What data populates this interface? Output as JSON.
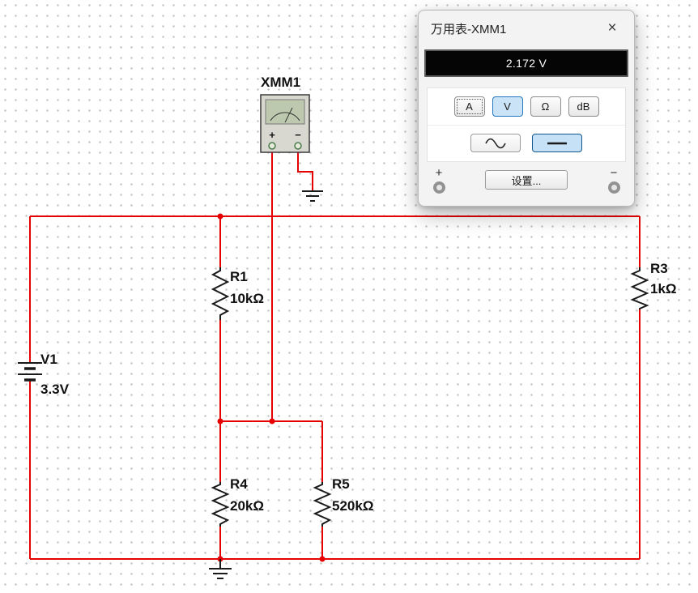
{
  "window": {
    "title": "万用表-XMM1",
    "close_glyph": "×"
  },
  "multimeter": {
    "reading": "2.172 V",
    "modes": [
      {
        "label": "A"
      },
      {
        "label": "V"
      },
      {
        "label": "Ω"
      },
      {
        "label": "dB"
      }
    ],
    "selected_mode": "V",
    "signal_modes": [
      {
        "name": "AC",
        "icon": "sine-wave-icon",
        "selected": false
      },
      {
        "name": "DC",
        "icon": "straight-line-icon",
        "selected": true
      }
    ],
    "selected_signal": "DC",
    "plus_label": "+",
    "minus_label": "−",
    "settings_label": "设置..."
  },
  "circuit": {
    "instrument": {
      "ref": "XMM1",
      "plus": "+",
      "minus": "−"
    },
    "components": [
      {
        "ref": "V1",
        "value": "3.3V",
        "type": "dc-source"
      },
      {
        "ref": "R1",
        "value": "10kΩ",
        "type": "resistor"
      },
      {
        "ref": "R3",
        "value": "1kΩ",
        "type": "resistor"
      },
      {
        "ref": "R4",
        "value": "20kΩ",
        "type": "resistor"
      },
      {
        "ref": "R5",
        "value": "520kΩ",
        "type": "resistor"
      }
    ]
  },
  "colors": {
    "wire": "#e60000",
    "selected_button_bg": "#cbe3f7",
    "selected_button_border": "#2678c0",
    "display_bg": "#000000",
    "display_text": "#ffffff"
  }
}
